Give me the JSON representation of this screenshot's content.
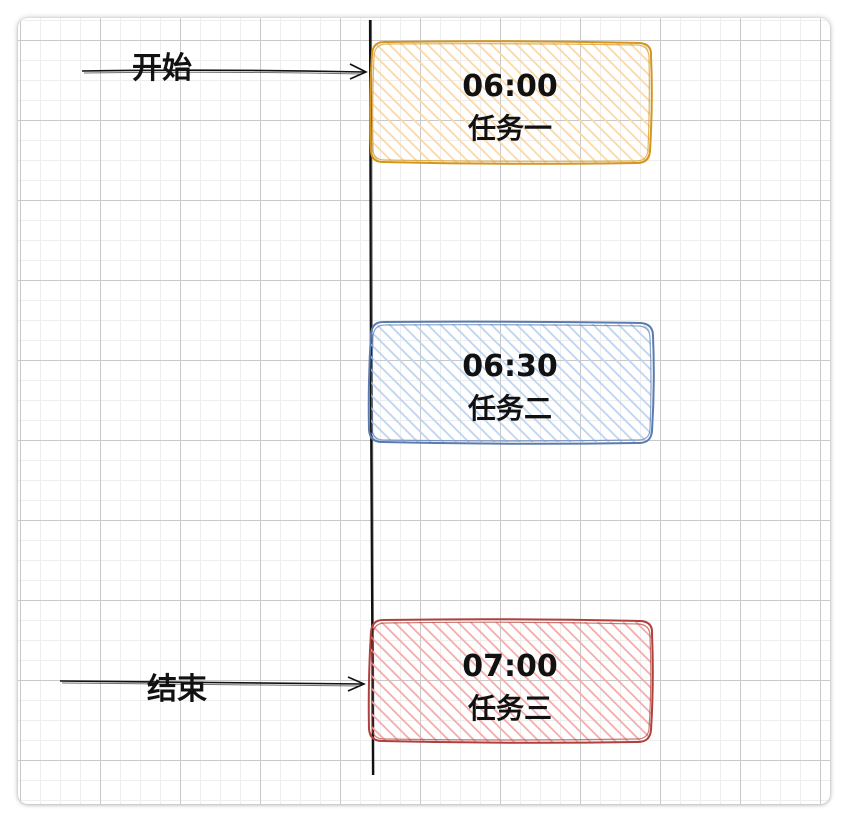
{
  "colors": {
    "canvas_bg": "#ffffff",
    "grid_major": "#c9c9c9",
    "grid_minor": "#eeeeee",
    "timeline": "#111111",
    "task1_stroke": "#d4961c",
    "task1_fill": "#fbd7a6",
    "task2_stroke": "#5a7bb0",
    "task2_fill": "#bcd3f1",
    "task3_stroke": "#b0403c",
    "task3_fill": "#f2aaaa"
  },
  "markers": {
    "start": "开始",
    "end": "结束"
  },
  "tasks": [
    {
      "time": "06:00",
      "name": "任务一"
    },
    {
      "time": "06:30",
      "name": "任务二"
    },
    {
      "time": "07:00",
      "name": "任务三"
    }
  ]
}
